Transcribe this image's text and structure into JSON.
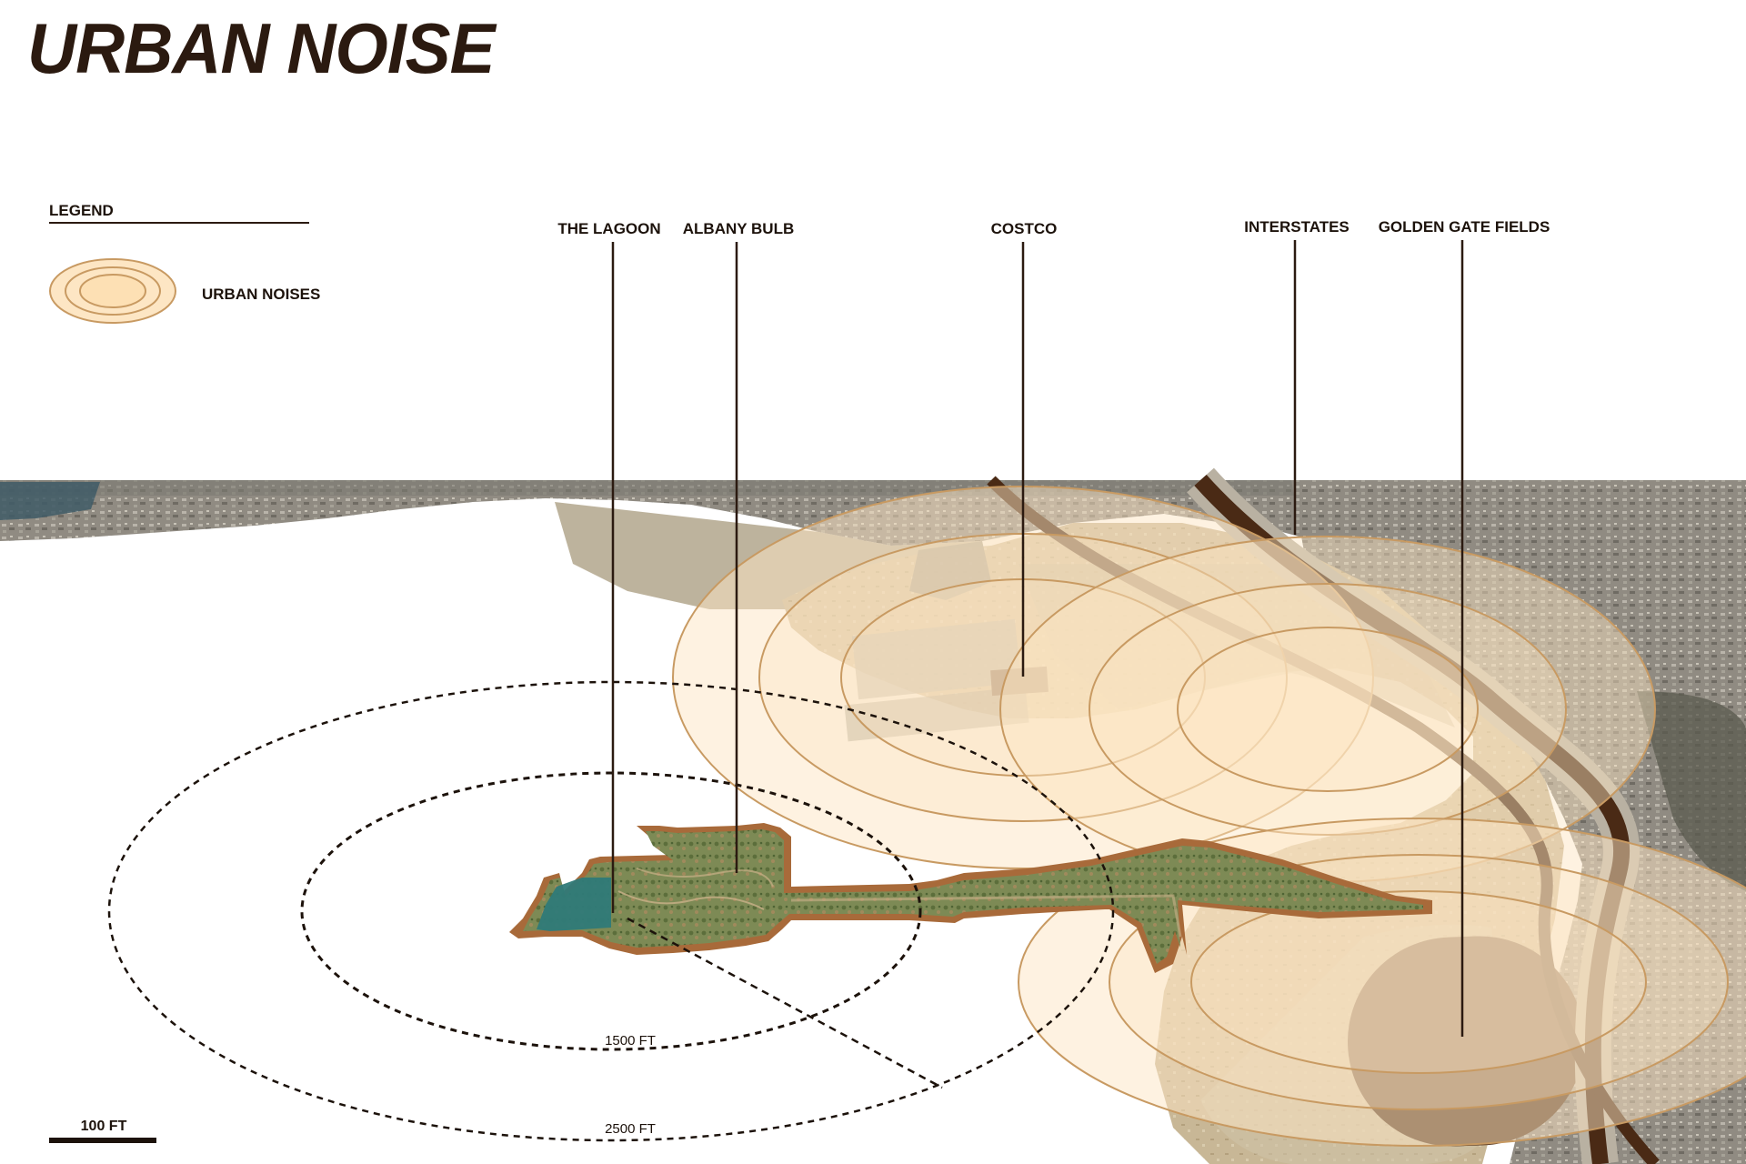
{
  "title": "URBAN NOISE",
  "legend": {
    "heading": "LEGEND",
    "items": [
      {
        "label": "URBAN NOISES",
        "icon": "concentric-ellipses-icon"
      }
    ]
  },
  "callouts": [
    {
      "id": "lagoon",
      "label": "THE LAGOON"
    },
    {
      "id": "albany-bulb",
      "label": "ALBANY BULB"
    },
    {
      "id": "costco",
      "label": "COSTCO"
    },
    {
      "id": "interstates",
      "label": "INTERSTATES"
    },
    {
      "id": "golden-gate-fields",
      "label": "GOLDEN GATE FIELDS"
    }
  ],
  "rings": {
    "inner_label": "1500 FT",
    "outer_label": "2500 FT"
  },
  "scale_bar": {
    "label": "100 FT"
  },
  "colors": {
    "title": "#2b1a10",
    "noise_fill": "#fde6c4",
    "noise_stroke": "#c89a62",
    "site_outline": "#a86a3a",
    "interstate": "#4a2a15",
    "track": "#5a3a20",
    "water": "#2f7a78",
    "vegetation": "#6f8a4a",
    "urban": "#8a8478"
  }
}
